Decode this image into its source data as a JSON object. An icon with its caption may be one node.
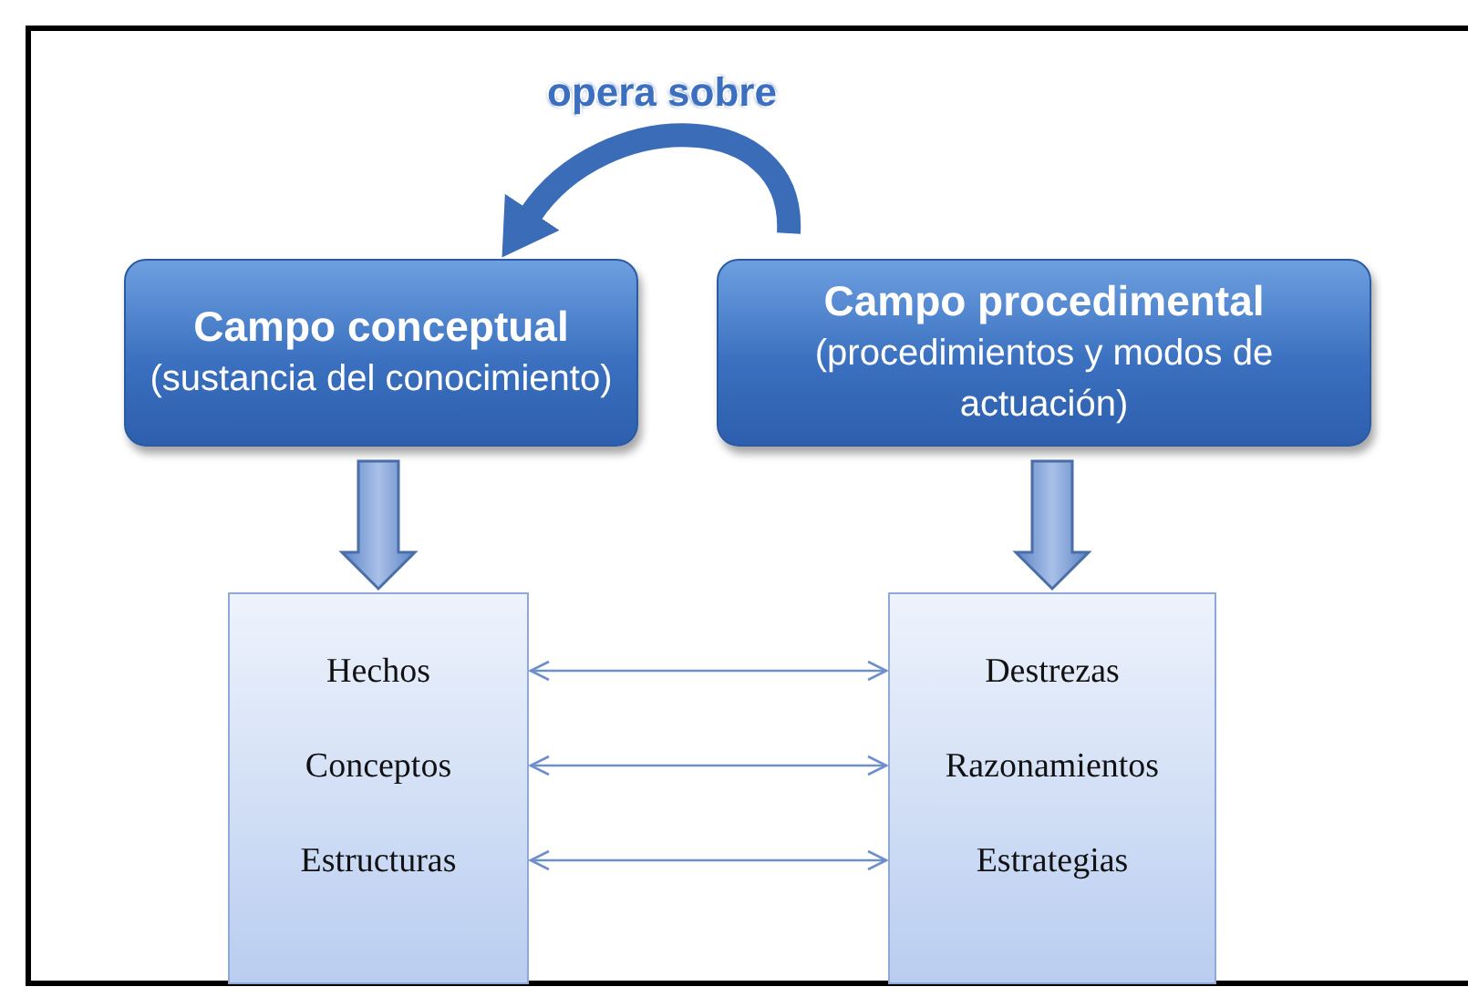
{
  "diagram": {
    "nodes": [
      {
        "text": [
          "Campo conceptual",
          "(sustancia del conocimiento)"
        ]
      },
      {
        "text": [
          "Campo procedimental",
          "(procedimientos y modos de actuación)"
        ]
      },
      {
        "text": [],
        "shape": "box"
      },
      {
        "text": [
          "Hechos"
        ],
        "in": 2
      },
      {
        "text": [
          "Conceptos"
        ],
        "in": 2
      },
      {
        "text": [
          "Estructuras"
        ],
        "in": 2
      },
      {
        "text": [],
        "shape": "box"
      },
      {
        "text": [
          "Destrezas"
        ],
        "in": 6
      },
      {
        "text": [
          "Razonamientos"
        ],
        "in": 6
      },
      {
        "text": [
          "Estrategias"
        ],
        "in": 6
      }
    ],
    "edges": [
      {
        "from": 1,
        "to": 0,
        "arrow": "to",
        "label": "opera sobre",
        "style": "thick"
      },
      {
        "from": 0,
        "to": 2,
        "arrow": "to",
        "style": "thick"
      },
      {
        "from": 1,
        "to": 6,
        "arrow": "to",
        "style": "thick"
      },
      {
        "from": 3,
        "to": 7,
        "arrow": "both"
      },
      {
        "from": 4,
        "to": 8,
        "arrow": "both"
      },
      {
        "from": 5,
        "to": 9,
        "arrow": "both"
      }
    ]
  }
}
